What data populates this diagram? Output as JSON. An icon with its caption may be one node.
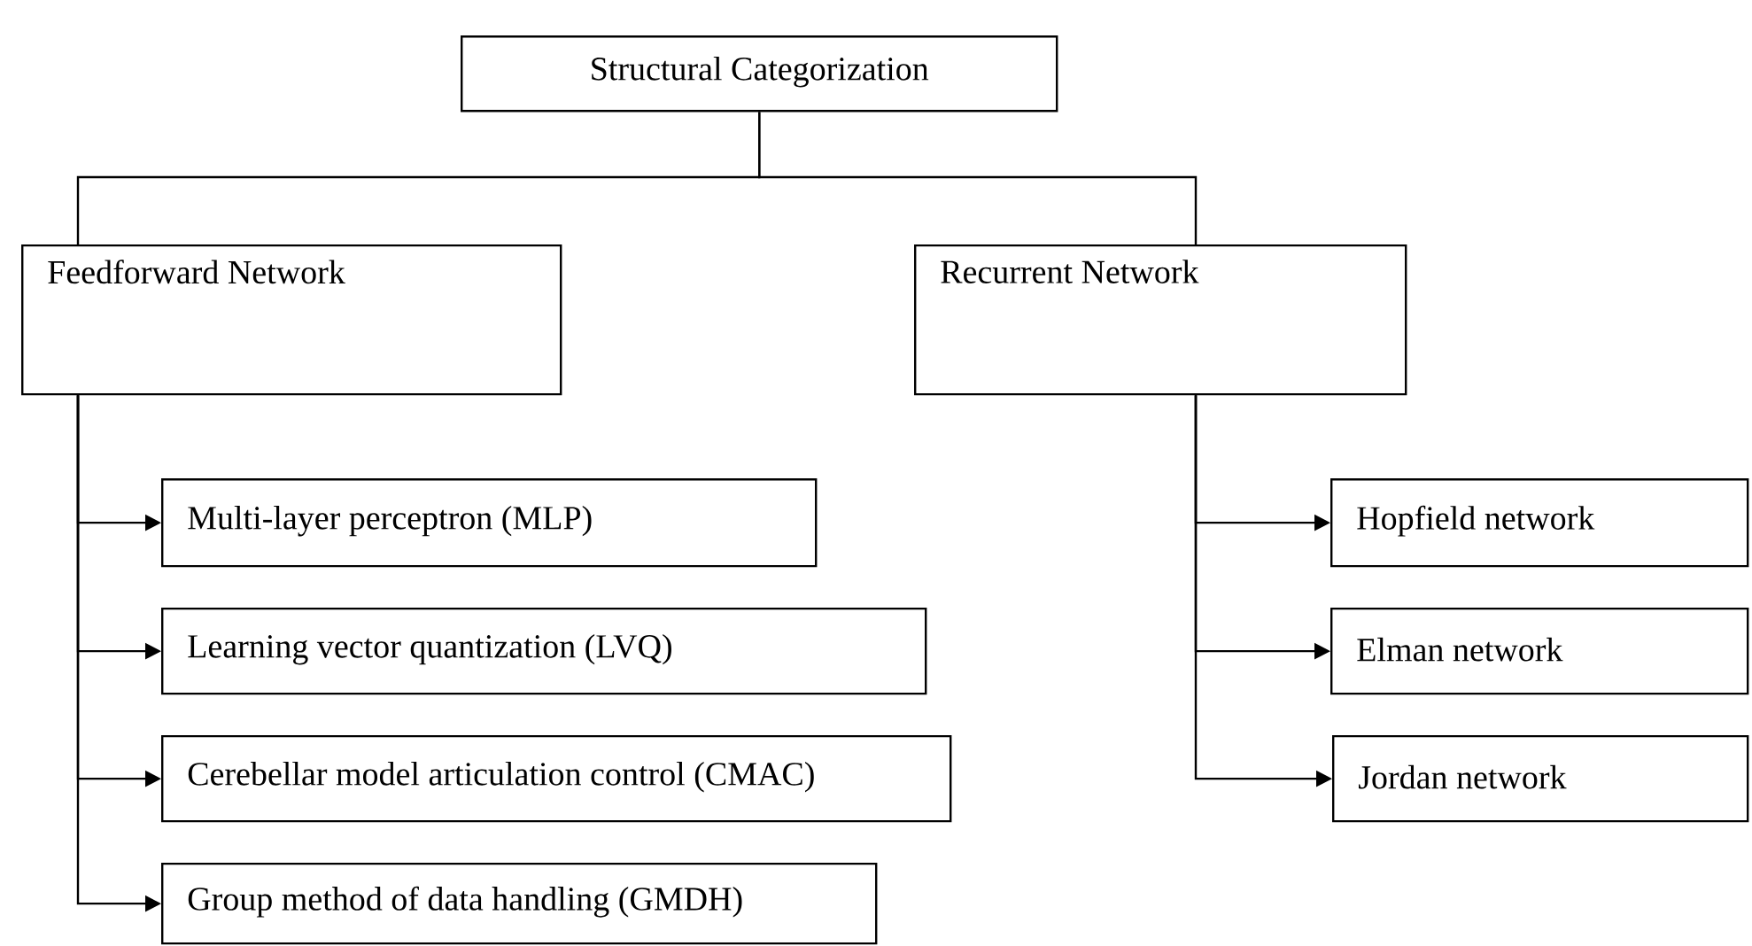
{
  "diagram": {
    "nodes": [
      {
        "text": [
          "Structural Categorization"
        ]
      },
      {
        "text": [
          "Feedforward Network"
        ]
      },
      {
        "text": [
          "Recurrent Network"
        ]
      },
      {
        "text": [
          "Multi-layer perceptron (MLP)"
        ]
      },
      {
        "text": [
          "Learning vector quantization (LVQ)"
        ]
      },
      {
        "text": [
          "Cerebellar model articulation control (CMAC)"
        ]
      },
      {
        "text": [
          "Group method of data handling (GMDH)"
        ]
      },
      {
        "text": [
          "Hopfield network"
        ]
      },
      {
        "text": [
          "Elman network"
        ]
      },
      {
        "text": [
          "Jordan network"
        ]
      }
    ],
    "edges": [
      {
        "from": 0,
        "to": 1,
        "arrow": "none"
      },
      {
        "from": 0,
        "to": 2,
        "arrow": "none"
      },
      {
        "from": 1,
        "to": 3,
        "arrow": "to"
      },
      {
        "from": 1,
        "to": 4,
        "arrow": "to"
      },
      {
        "from": 1,
        "to": 5,
        "arrow": "to"
      },
      {
        "from": 1,
        "to": 6,
        "arrow": "to"
      },
      {
        "from": 2,
        "to": 7,
        "arrow": "to"
      },
      {
        "from": 2,
        "to": 8,
        "arrow": "to"
      },
      {
        "from": 2,
        "to": 9,
        "arrow": "to"
      }
    ]
  }
}
